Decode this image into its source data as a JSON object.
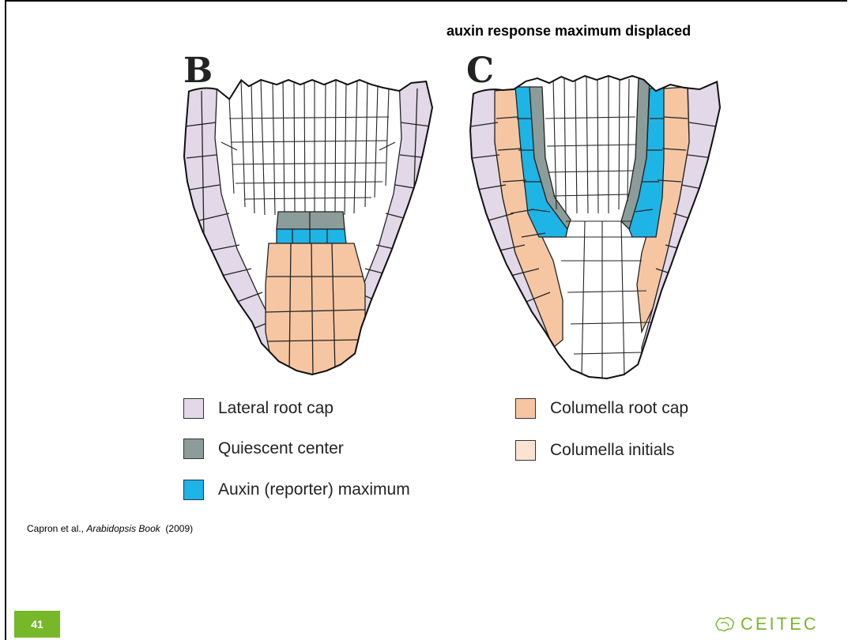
{
  "slide": {
    "title": "auxin response maximum displaced",
    "citation_prefix": "Capron et al., ",
    "citation_italic": "Arabidopsis Book",
    "citation_suffix": "  (2009)",
    "page_number": "41",
    "logo_text": "CEITEC"
  },
  "panels": {
    "b_label": "B",
    "c_label": "C"
  },
  "colors": {
    "lateral_root_cap": "#e2d8e8",
    "quiescent_center": "#8c9c9a",
    "auxin_maximum": "#1eb4e6",
    "columella_root_cap": "#f6c6a2",
    "columella_initials": "#fbe3d4",
    "accent_green": "#77b82a"
  },
  "legend": [
    {
      "label": "Lateral root cap",
      "color": "#e2d8e8"
    },
    {
      "label": "Quiescent center",
      "color": "#8c9c9a"
    },
    {
      "label": "Auxin (reporter) maximum",
      "color": "#1eb4e6"
    },
    {
      "label": "Columella root cap",
      "color": "#f6c6a2"
    },
    {
      "label": "Columella initials",
      "color": "#fbe3d4"
    }
  ]
}
